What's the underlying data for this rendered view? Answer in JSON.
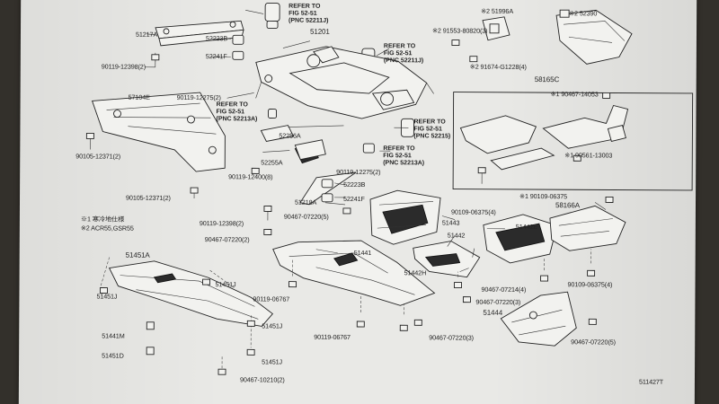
{
  "labels": {
    "p51217A": "51217A",
    "p52223B_top": "52223B",
    "p52241F_top": "52241F",
    "b90119_12398_2_top": "90119-12398(2)",
    "p57104E": "57104E",
    "b90119_12275_2_a": "90119-12275(2)",
    "b90105_12371_2_a": "90105-12371(2)",
    "b90105_12371_2_b": "90105-12371(2)",
    "p51201": "51201",
    "p52256A": "52256A",
    "p52255A": "52255A",
    "b90119_12400_8": "90119-12400(8)",
    "p51218A": "51218A",
    "p52223B_mid": "52223B",
    "p52241F_mid": "52241F",
    "b90119_12275_2_b": "90119-12275(2)",
    "b90119_12398_2_mid": "90119-12398(2)",
    "b90467_07220_5_a": "90467-07220(5)",
    "b90467_07220_2_a": "90467-07220(2)",
    "p51441": "51441",
    "p51443": "51443",
    "p51442": "51442",
    "p51442H": "51442H",
    "p51442E": "51442E",
    "p51451A": "51451A",
    "p51451J_a": "51451J",
    "p51451J_b": "51451J",
    "p51451J_c": "51451J",
    "p51451J_d": "51451J",
    "p51441M": "51441M",
    "p51451D": "51451D",
    "b90119_06767_a": "90119-06767",
    "b90119_06767_b": "90119-06767",
    "b90467_10210_2": "90467-10210(2)",
    "b90467_07214_4": "90467-07214(4)",
    "b90467_07220_3_a": "90467-07220(3)",
    "b90467_07220_3_b": "90467-07220(3)",
    "b90467_07220_5_b": "90467-07220(5)",
    "p51444": "51444",
    "p51996A": "※2 51996A",
    "p52390": "※2 52390",
    "b91553_80820_3": "※2 91553-80820(3)",
    "b91674_G1228_4": "※2 91674-G1228(4)",
    "p58165C": "58165C",
    "b90467_14053": "※1 90467-14053",
    "b90561_13003": "※1 90561-13003",
    "b90109_06375_4_a": "90109-06375(4)",
    "b90109_06375_a": "※1 90109-06375",
    "p58166A": "58166A",
    "b90109_06375_4_b": "90109-06375(4)",
    "note1": "※1  寒冷地仕様",
    "note2": "※2  ACR55,GSR55",
    "doc_code": "511427T"
  },
  "refs": {
    "r1": "REFER TO\nFIG 52-51\n(PNC 52211J)",
    "r2": "REFER TO\nFIG 52-51\n(PNC 52211J)",
    "r3": "REFER TO\nFIG 52-51\n(PNC 52213A)",
    "r4": "REFER TO\nFIG 52-51\n(PNC 52215)",
    "r5": "REFER TO\nFIG 52-51\n(PNC 52213A)"
  }
}
